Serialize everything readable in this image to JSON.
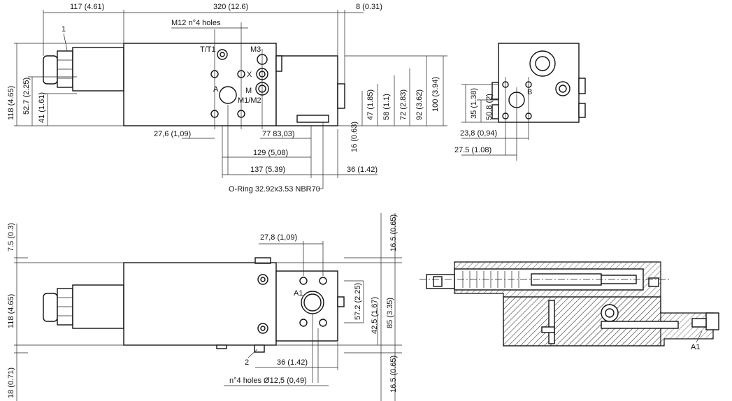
{
  "dims": {
    "d117": "117 (4.61)",
    "d320": "320 (12.6)",
    "d8": "8 (0.31)",
    "m12": "M12 n°4 holes",
    "tt1": "T/T1",
    "m3": "M3",
    "x": "X",
    "a": "A",
    "m": "M",
    "m1m2": "M1/M2",
    "d118": "118 (4.65)",
    "d527": "52.7 (2.25)",
    "d41": "41 (1.61)",
    "d276a": "27,6 (1,09)",
    "d77": "77 83,03)",
    "d129": "129 (5,08)",
    "d137": "137 (5.39)",
    "d36a": "36 (1.42)",
    "d16a": "16 (0.63)",
    "d47": "47 (1.85)",
    "d58": "58 (1.1)",
    "d72": "72 (2.83)",
    "d92": "92 (3.62)",
    "d100": "100 (3.94)",
    "oring": "O-Ring 32.92x3.53 NBR70",
    "one": "1",
    "d35": "35 (1.38)",
    "d508": "50.8 (2)",
    "b": "B",
    "d238": "23,8 (0,94)",
    "d275": "27.5 (1.08)",
    "d75": "7.5 (0.3)",
    "d118b": "118 (4.65)",
    "d18": "18 (0.71)",
    "d278": "27,8 (1,09)",
    "d165a": "16.5 (0.65)",
    "d165b": "16.5 (0.65)",
    "a1": "A1",
    "d572": "57.2 (2.25)",
    "d425": "42.5 (1.67)",
    "d85": "85 (3.35)",
    "two": "2",
    "d36b": "36 (1.42)",
    "holes": "n°4 holes Ø12,5 (0,49)",
    "a1s": "A1"
  }
}
